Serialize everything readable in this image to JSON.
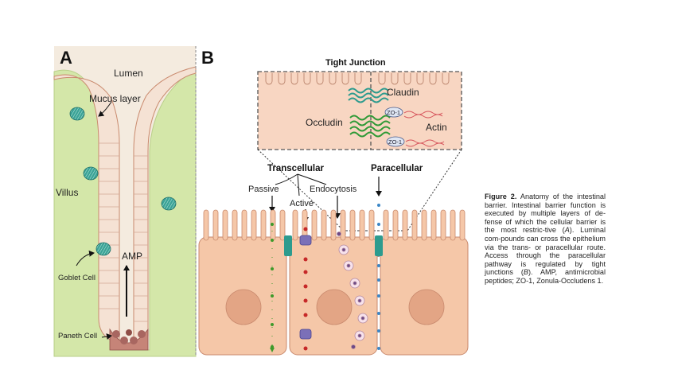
{
  "panel_a": {
    "letter": "A",
    "lumen": "Lumen",
    "mucus_layer": "Mucus layer",
    "villus": "Villus",
    "amp": "AMP",
    "goblet_cell": "Goblet Cell",
    "paneth_cell": "Paneth Cell"
  },
  "panel_b": {
    "letter": "B",
    "tight_junction_title": "Tight Junction",
    "claudin": "Claudin",
    "occludin": "Occludin",
    "actin": "Actin",
    "zo1": "ZO-1",
    "transcellular": "Transcellular",
    "paracellular": "Paracellular",
    "passive": "Passive",
    "active": "Active",
    "endocytosis": "Endocytosis"
  },
  "caption": {
    "label": "Figure 2.",
    "text_1": " Anatomy of the intestinal barrier. Intestinal barrier function is executed by multiple layers of de-fense of which the cellular barrier is the most restric-tive (",
    "ref_a": "A",
    "text_2": "). Luminal com-pounds can cross the epithelium via the trans- or paracellular route. Access through the paracellular pathway is regulated by tight junctions (",
    "ref_b": "B",
    "text_3": "). AMP, antimicrobial peptides; ZO-1, Zonula-Occludens 1."
  },
  "colors": {
    "panel_a_bg": "#f4ebdf",
    "mucus": "#d4e7a9",
    "cell": "#f5c7a8",
    "cell_stroke": "#c98a6e",
    "nucleus": "#e3a585",
    "goblet": "#3aa396",
    "paneth": "#a86660",
    "claudin": "#2d9b8e",
    "occludin": "#2f9a37",
    "actin": "#d6545b",
    "transporter": "#7b70b8",
    "red_dot": "#c62828",
    "blue_dot": "#3b86c6",
    "green_dot": "#3d9a2a",
    "divider": "#9a9a9a"
  }
}
